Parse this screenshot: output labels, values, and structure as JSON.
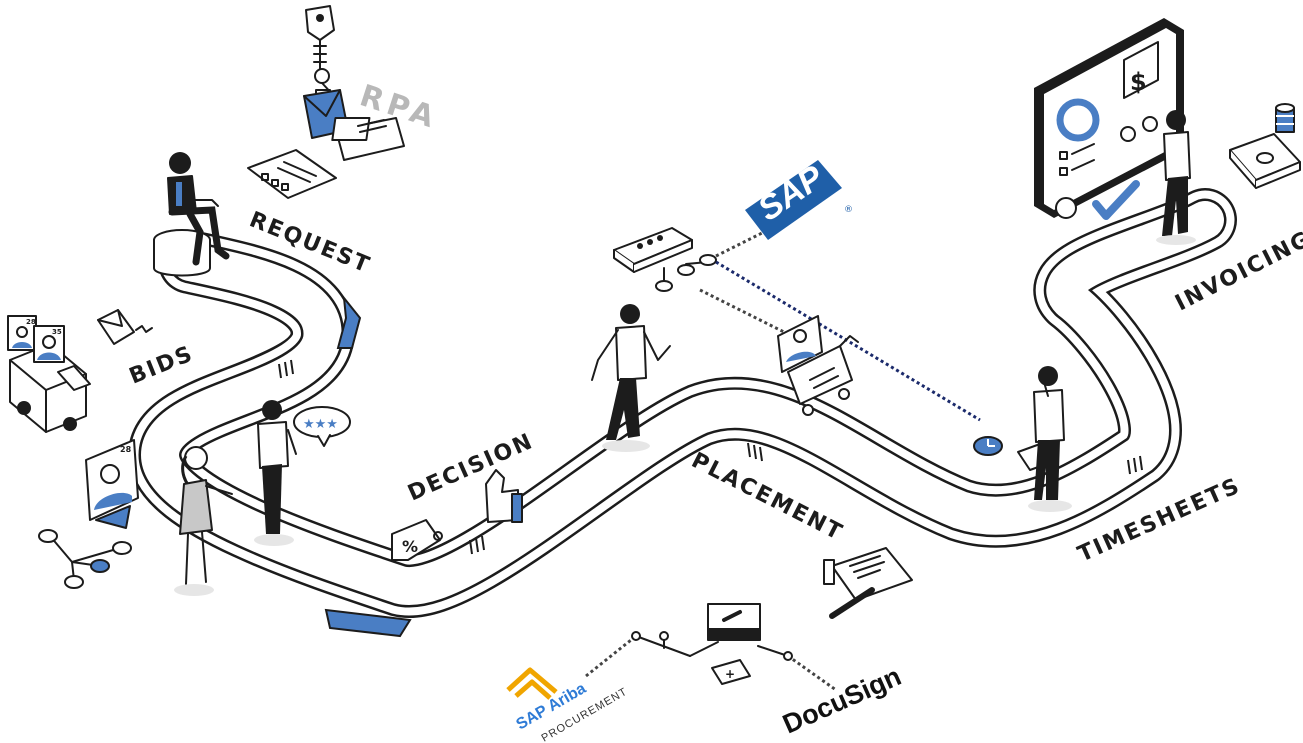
{
  "stages": {
    "rpa": "RPA",
    "request": "REQUEST",
    "bids": "BIDS",
    "decision": "DECISION",
    "placement": "PLACEMENT",
    "timesheets": "TIMESHEETS",
    "invoicing": "INVOICING"
  },
  "integrations": {
    "sap": "SAP",
    "sap_registered": "®",
    "ariba_brand": "SAP Ariba",
    "ariba_sub": "PROCUREMENT",
    "docusign": "DocuSign"
  },
  "icons": {
    "dollar": "$",
    "percent": "%",
    "plus": "+",
    "stars": "★★★",
    "profile_badge_1": "28",
    "profile_badge_2": "35",
    "profile_badge_3": "28"
  },
  "colors": {
    "accent_blue": "#4a7ec4",
    "sap_blue": "#1f5fa8",
    "ariba_orange": "#f0a500",
    "dotted_navy": "#1b2a6b",
    "ink": "#1c1c1c"
  }
}
